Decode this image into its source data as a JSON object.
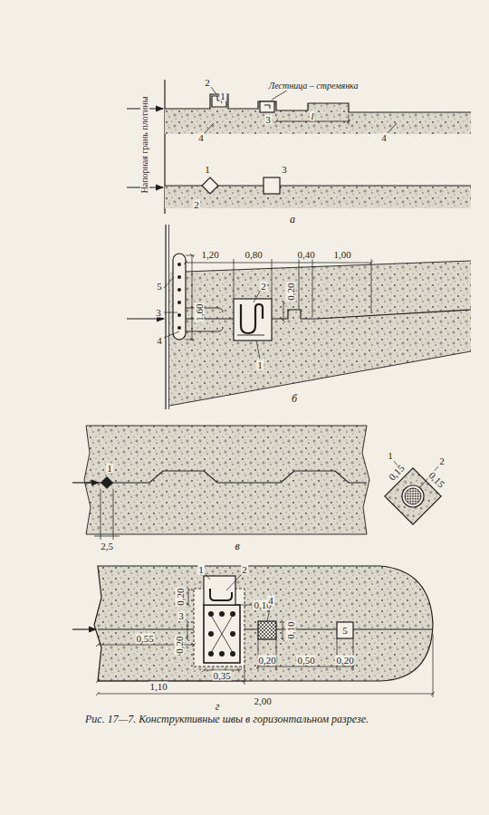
{
  "diagram": {
    "caption": "Рис. 17—7. Конструктивные швы в горизонтальном разрезе.",
    "labels": [
      "Напорная грань плотины",
      "2",
      "1",
      "Лестница – стремянка",
      "3",
      "l",
      "4",
      "4",
      "1",
      "2",
      "3",
      "а",
      "1,20",
      "0,80",
      "0,20",
      "0,40",
      "1,00",
      "5",
      "3",
      "1,60",
      "4",
      "2",
      "1",
      "б",
      "1",
      "2,5",
      "в",
      "0,15",
      "0,15",
      "1",
      "2",
      "1",
      "2",
      "0,20",
      "0,10",
      "3",
      "0,20",
      "4",
      "0,10",
      "0,55",
      "0,35",
      "5",
      "1,10",
      "0,20",
      "0,50",
      "0,20",
      "2,00",
      "г"
    ]
  }
}
